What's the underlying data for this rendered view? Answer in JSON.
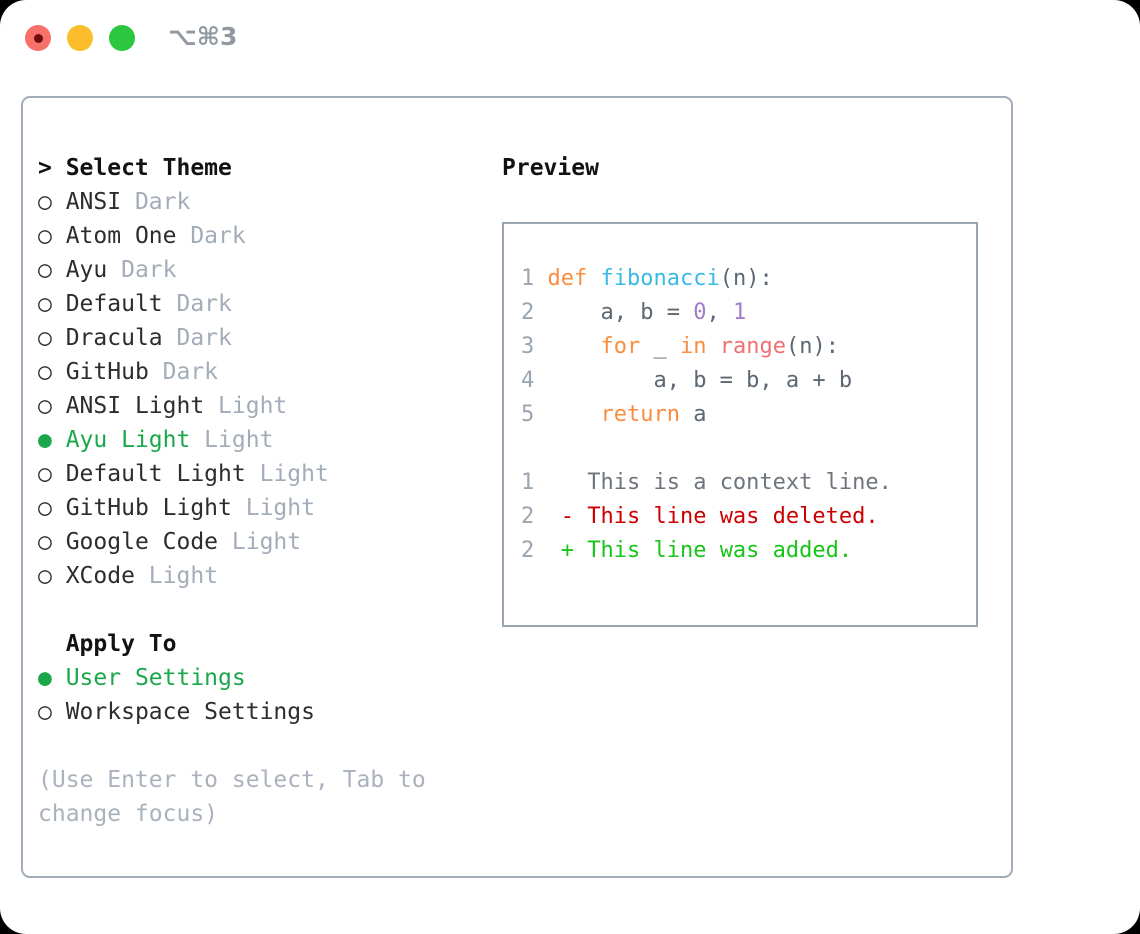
{
  "window": {
    "traffic_lights": [
      {
        "name": "close-button",
        "color": "#f8706a"
      },
      {
        "name": "minimize-button",
        "color": "#fcbd2d"
      },
      {
        "name": "maximize-button",
        "color": "#2bc73f"
      }
    ],
    "shortcut": "⌥⌘3"
  },
  "theme_picker": {
    "header": "> Select Theme",
    "selected_color": "#1aa84a",
    "badge_color": "#a3acb9",
    "items": [
      {
        "marker": "○",
        "label": "ANSI",
        "badge": "Dark",
        "selected": false
      },
      {
        "marker": "○",
        "label": "Atom One",
        "badge": "Dark",
        "selected": false
      },
      {
        "marker": "○",
        "label": "Ayu",
        "badge": "Dark",
        "selected": false
      },
      {
        "marker": "○",
        "label": "Default",
        "badge": "Dark",
        "selected": false
      },
      {
        "marker": "○",
        "label": "Dracula",
        "badge": "Dark",
        "selected": false
      },
      {
        "marker": "○",
        "label": "GitHub",
        "badge": "Dark",
        "selected": false
      },
      {
        "marker": "○",
        "label": "ANSI Light",
        "badge": "Light",
        "selected": false
      },
      {
        "marker": "●",
        "label": "Ayu Light",
        "badge": "Light",
        "selected": true
      },
      {
        "marker": "○",
        "label": "Default Light",
        "badge": "Light",
        "selected": false
      },
      {
        "marker": "○",
        "label": "GitHub Light",
        "badge": "Light",
        "selected": false
      },
      {
        "marker": "○",
        "label": "Google Code",
        "badge": "Light",
        "selected": false
      },
      {
        "marker": "○",
        "label": "XCode",
        "badge": "Light",
        "selected": false
      }
    ]
  },
  "apply_to": {
    "header": "  Apply To",
    "items": [
      {
        "marker": "●",
        "label": "User Settings",
        "selected": true
      },
      {
        "marker": "○",
        "label": "Workspace Settings",
        "selected": false
      }
    ]
  },
  "hint": "(Use Enter to select, Tab to change focus)",
  "preview": {
    "title": "Preview",
    "code": [
      {
        "n": "1",
        "tokens": [
          {
            "t": "def",
            "c": "kw"
          },
          {
            "t": " ",
            "c": "punc"
          },
          {
            "t": "fibonacci",
            "c": "fn"
          },
          {
            "t": "(n):",
            "c": "punc"
          }
        ]
      },
      {
        "n": "2",
        "tokens": [
          {
            "t": "    a, b = ",
            "c": "ident"
          },
          {
            "t": "0",
            "c": "num"
          },
          {
            "t": ", ",
            "c": "punc"
          },
          {
            "t": "1",
            "c": "num"
          }
        ]
      },
      {
        "n": "3",
        "tokens": [
          {
            "t": "    ",
            "c": "punc"
          },
          {
            "t": "for",
            "c": "kw"
          },
          {
            "t": " _ ",
            "c": "ident"
          },
          {
            "t": "in",
            "c": "kw"
          },
          {
            "t": " ",
            "c": "punc"
          },
          {
            "t": "range",
            "c": "bi"
          },
          {
            "t": "(n):",
            "c": "punc"
          }
        ]
      },
      {
        "n": "4",
        "tokens": [
          {
            "t": "        a, b = b, a + b",
            "c": "ident"
          }
        ]
      },
      {
        "n": "5",
        "tokens": [
          {
            "t": "    ",
            "c": "punc"
          },
          {
            "t": "return",
            "c": "kw"
          },
          {
            "t": " a",
            "c": "ident"
          }
        ]
      }
    ],
    "diff": [
      {
        "n": "1",
        "sign": " ",
        "text": " This is a context line.",
        "kind": "ctx"
      },
      {
        "n": "2",
        "sign": "-",
        "text": " This line was deleted.",
        "kind": "del"
      },
      {
        "n": "2",
        "sign": "+",
        "text": " This line was added.",
        "kind": "add"
      }
    ]
  }
}
